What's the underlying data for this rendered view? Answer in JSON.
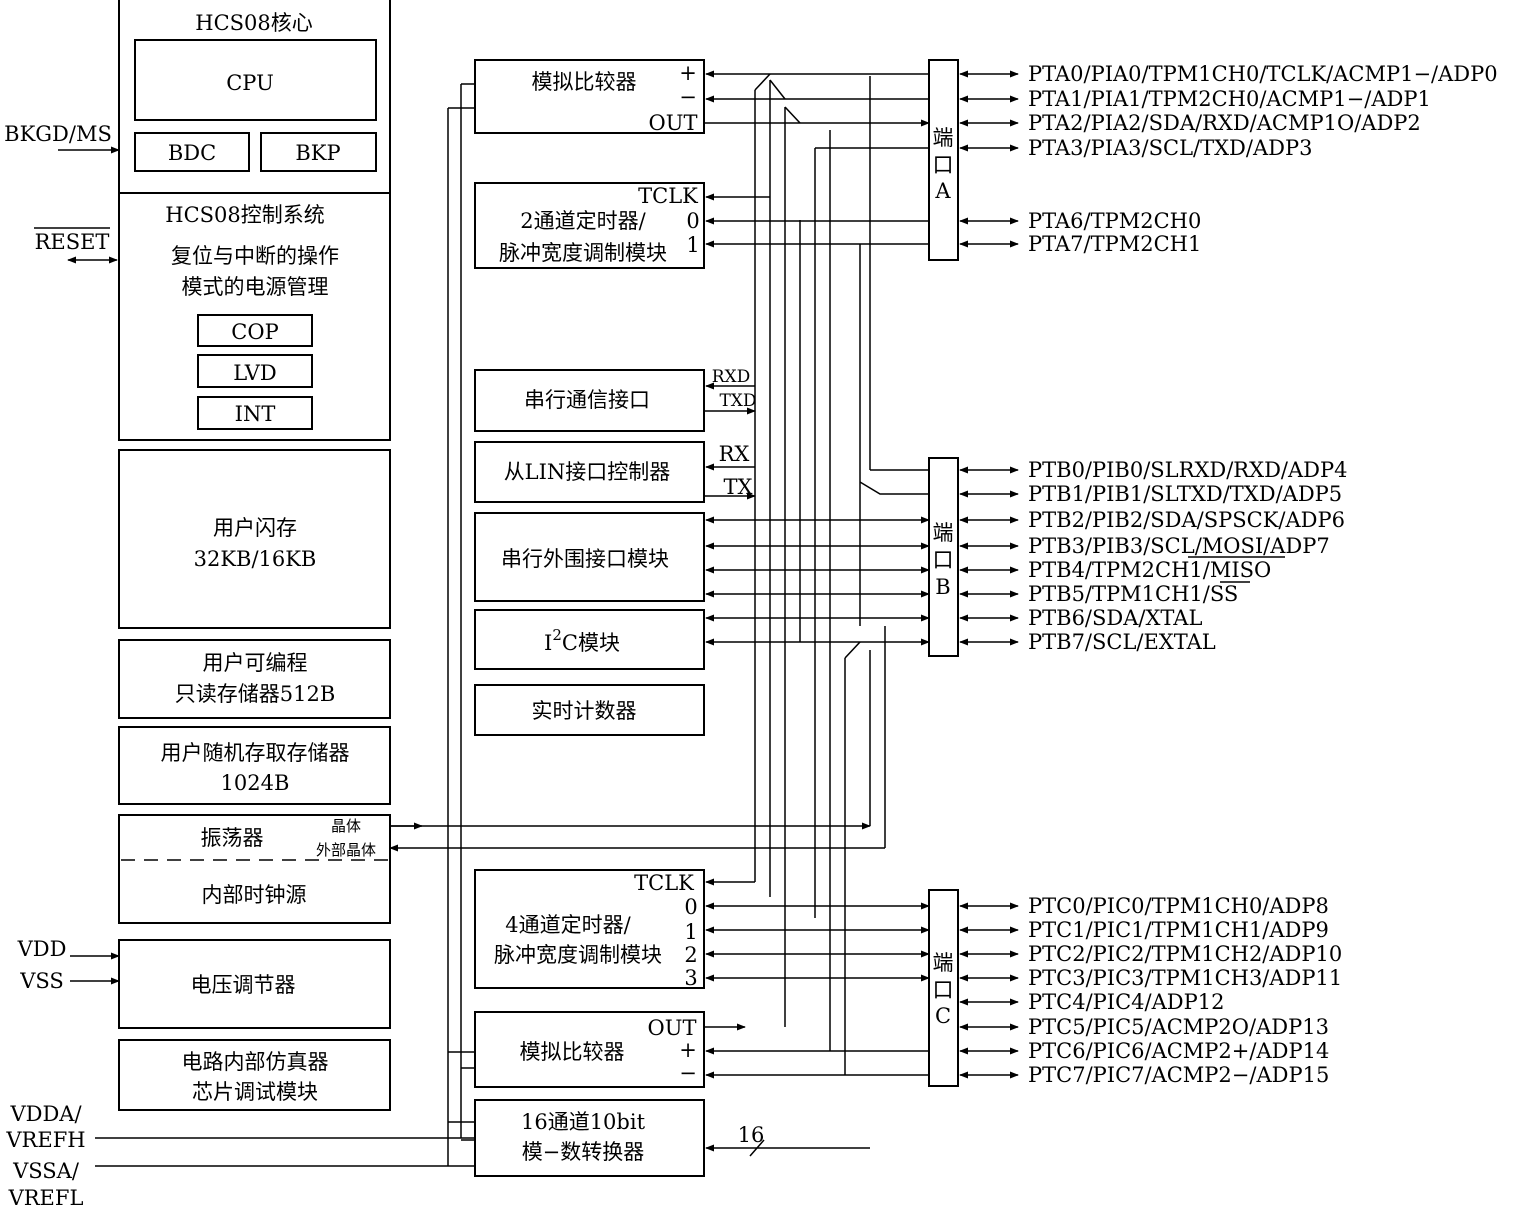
{
  "left": {
    "core_title": "HCS08核心",
    "cpu": "CPU",
    "bdc": "BDC",
    "bkp": "BKP",
    "control_title": "HCS08控制系统",
    "control_desc_1": "复位与中断的操作",
    "control_desc_2": "模式的电源管理",
    "cop": "COP",
    "lvd": "LVD",
    "int": "INT",
    "flash_1": "用户闪存",
    "flash_2": "32KB/16KB",
    "eeprom_1": "用户可编程",
    "eeprom_2": "只读存储器512B",
    "ram_1": "用户随机存取存储器",
    "ram_2": "1024B",
    "osc": "振荡器",
    "crystal": "晶体",
    "ext_crystal": "外部晶体",
    "internal_clock": "内部时钟源",
    "regulator": "电压调节器",
    "debug_1": "电路内部仿真器",
    "debug_2": "芯片调试模块"
  },
  "left_pins": {
    "bkgd": "BKGD/MS",
    "reset": "RESET",
    "vdd": "VDD",
    "vss": "VSS",
    "vdda": "VDDA/",
    "vrefh": "VREFH",
    "vssa": "VSSA/",
    "vrefl": "VREFL"
  },
  "modules": {
    "acmp1": {
      "name": "模拟比较器",
      "plus": "+",
      "minus": "−",
      "out": "OUT"
    },
    "tpm2": {
      "line1": "2通道定时器/",
      "line2": "脉冲宽度调制模块",
      "tclk": "TCLK",
      "ch0": "0",
      "ch1": "1"
    },
    "sci": {
      "name": "串行通信接口",
      "rxd": "RXD",
      "txd": "TXD"
    },
    "slic": {
      "name": "从LIN接口控制器",
      "rx": "RX",
      "tx": "TX"
    },
    "spi": {
      "name": "串行外围接口模块"
    },
    "iic": {
      "prefix": "I",
      "sup": "2",
      "suffix": "C模块"
    },
    "rtc": {
      "name": "实时计数器"
    },
    "tpm1": {
      "line1": "4通道定时器/",
      "line2": "脉冲宽度调制模块",
      "tclk": "TCLK",
      "ch0": "0",
      "ch1": "1",
      "ch2": "2",
      "ch3": "3"
    },
    "acmp2": {
      "name": "模拟比较器",
      "out": "OUT",
      "plus": "+",
      "minus": "−"
    },
    "adc": {
      "line1": "16通道10bit",
      "line2": "模−数转换器",
      "bus": "16"
    }
  },
  "ports": {
    "a": {
      "label": [
        "端",
        "口",
        "A"
      ]
    },
    "b": {
      "label": [
        "端",
        "口",
        "B"
      ]
    },
    "c": {
      "label": [
        "端",
        "口",
        "C"
      ]
    }
  },
  "pins_a": [
    "PTA0/PIA0/TPM1CH0/TCLK/ACMP1−/ADP0",
    "PTA1/PIA1/TPM2CH0/ACMP1−/ADP1",
    "PTA2/PIA2/SDA/RXD/ACMP1O/ADP2",
    "PTA3/PIA3/SCL/TXD/ADP3",
    "PTA6/TPM2CH0",
    "PTA7/TPM2CH1"
  ],
  "pins_b": [
    "PTB0/PIB0/SLRXD/RXD/ADP4",
    "PTB1/PIB1/SLTXD/TXD/ADP5",
    "PTB2/PIB2/SDA/SPSCK/ADP6",
    "PTB3/PIB3/SCL/MOSI/ADP7",
    "PTB4/TPM2CH1/MISO",
    "PTB5/TPM1CH1/SS",
    "PTB6/SDA/XTAL",
    "PTB7/SCL/EXTAL"
  ],
  "pins_c": [
    "PTC0/PIC0/TPM1CH0/ADP8",
    "PTC1/PIC1/TPM1CH1/ADP9",
    "PTC2/PIC2/TPM1CH2/ADP10",
    "PTC3/PIC3/TPM1CH3/ADP11",
    "PTC4/PIC4/ADP12",
    "PTC5/PIC5/ACMP2O/ADP13",
    "PTC6/PIC6/ACMP2+/ADP14",
    "PTC7/PIC7/ACMP2−/ADP15"
  ]
}
